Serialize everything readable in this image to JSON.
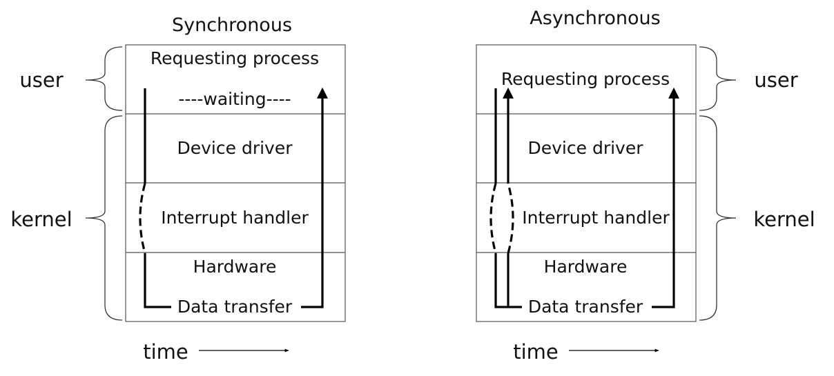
{
  "left_diagram": {
    "title": "Synchronous",
    "layers": [
      "Requesting process",
      "Device driver",
      "Interrupt handler",
      "Hardware"
    ],
    "waiting_label": "----waiting----",
    "data_transfer_label": "Data transfer",
    "user_label": "user",
    "kernel_label": "kernel",
    "time_label": "time"
  },
  "right_diagram": {
    "title": "Asynchronous",
    "layers": [
      "Requesting process",
      "Device driver",
      "Interrupt handler",
      "Hardware"
    ],
    "data_transfer_label": "Data transfer",
    "user_label": "user",
    "kernel_label": "kernel",
    "time_label": "time"
  },
  "colors": {
    "line": "#000000",
    "box_border": "#555555",
    "text": "#111111"
  }
}
